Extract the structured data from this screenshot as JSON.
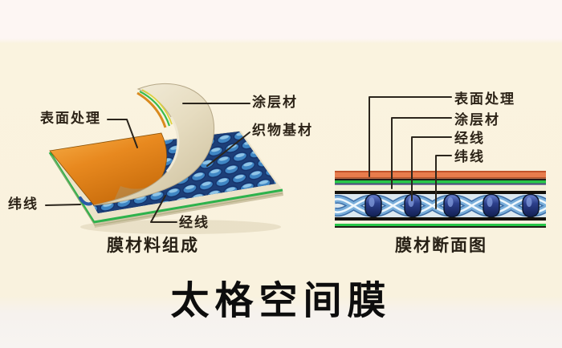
{
  "title": "太格空间膜",
  "left_diagram": {
    "caption": "膜材料组成",
    "labels": {
      "surface_treatment": "表面处理",
      "coating": "涂层材",
      "fabric_base": "织物基材",
      "weft": "纬线",
      "warp": "经线"
    }
  },
  "right_diagram": {
    "caption": "膜材断面图",
    "labels": {
      "surface_treatment": "表面处理",
      "coating": "涂层材",
      "warp": "经线",
      "weft": "纬线"
    }
  },
  "colors": {
    "background_cream": "#f9f2de",
    "top_strip": "#fdf6f3",
    "bottom_strip": "#f7f4f1",
    "orange_coating": "#e87c4c",
    "orange_surface": "#e8891f",
    "green_layer": "#27c648",
    "weave_blue": "#3f86c4",
    "weave_dark_blue": "#14316a",
    "leader_line": "#2b251c",
    "title_text": "#0d0d0d",
    "label_text": "#2c2317"
  }
}
